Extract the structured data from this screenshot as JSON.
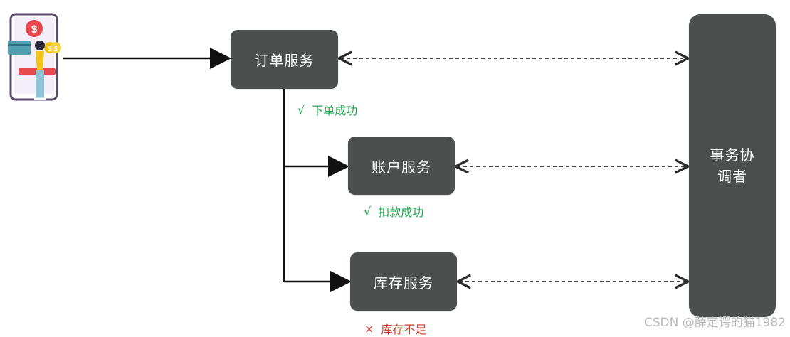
{
  "diagram": {
    "services": {
      "order": "订单服务",
      "account": "账户服务",
      "stock": "库存服务"
    },
    "coordinator": [
      "事务协",
      "调者"
    ],
    "status": {
      "order": {
        "mark": "√",
        "text": "下单成功",
        "color": "#1fa84f"
      },
      "account": {
        "mark": "√",
        "text": "扣款成功",
        "color": "#1fa84f"
      },
      "stock": {
        "mark": "×",
        "text": "库存不足",
        "color": "#d23a2a"
      }
    }
  },
  "colors": {
    "box": "#4b4f4e",
    "arrow": "#111111",
    "dashed": "#2b2b2b"
  },
  "icons": {
    "user": "phone-payment-user-icon"
  },
  "watermark": "CSDN @薛定谔的猫1982"
}
